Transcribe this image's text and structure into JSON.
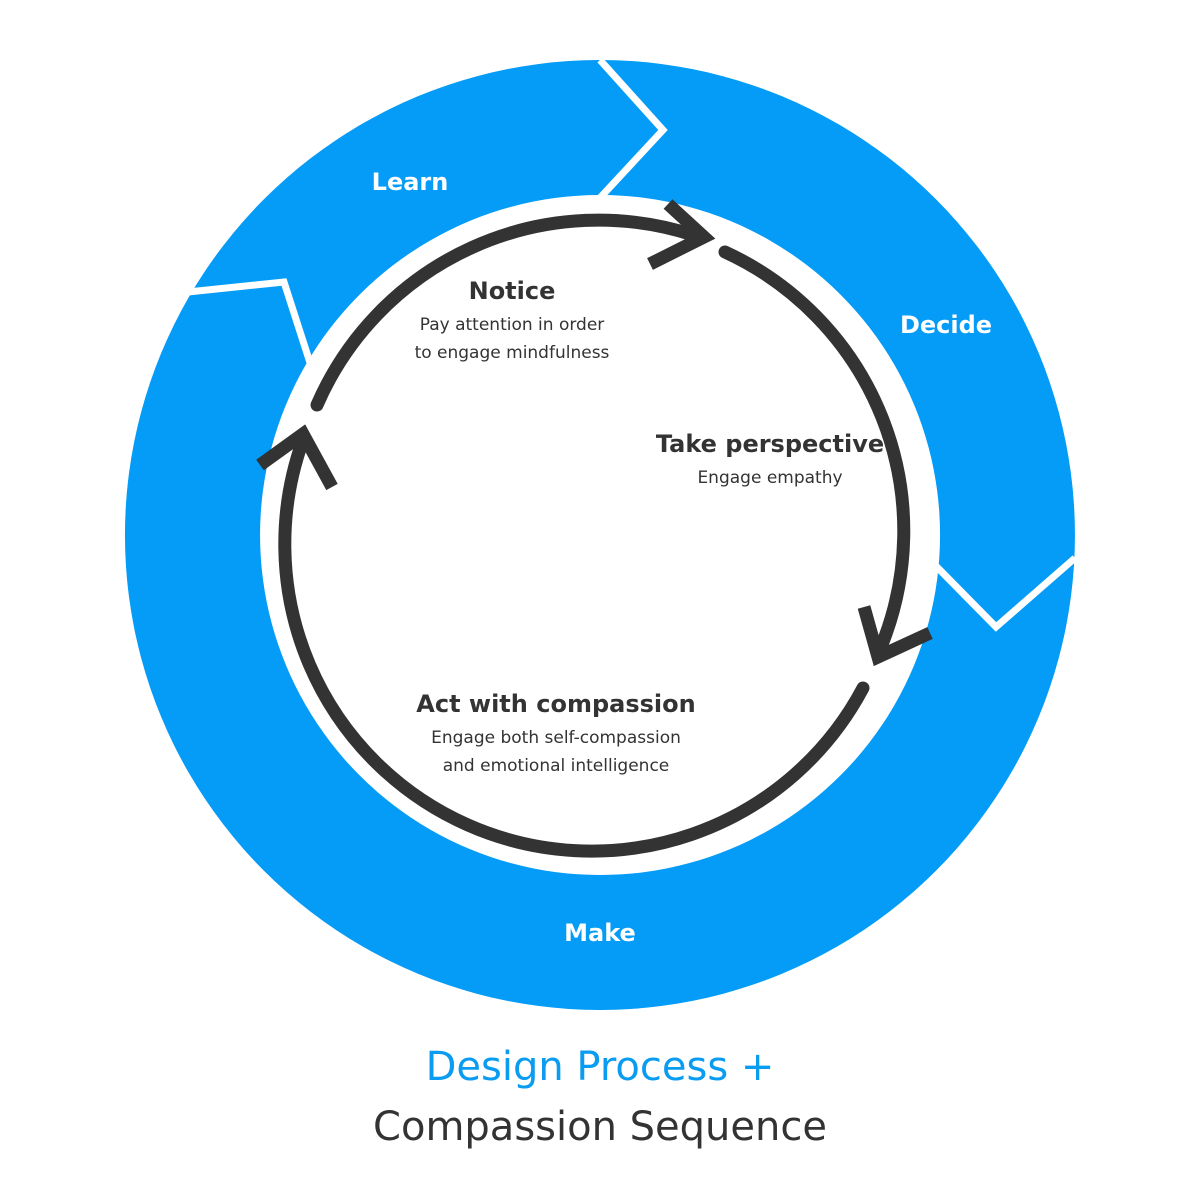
{
  "colors": {
    "ring": "#049cf7",
    "inner_cycle": "#333333",
    "caption_accent": "#0a9cf0",
    "caption_dark": "#333333",
    "background": "#ffffff"
  },
  "outer_cycle": {
    "learn": "Learn",
    "decide": "Decide",
    "make": "Make"
  },
  "compassion_sequence": {
    "notice": {
      "title": "Notice",
      "line1": "Pay attention in order",
      "line2": "to engage mindfulness"
    },
    "perspective": {
      "title": "Take perspective",
      "line1": "Engage empathy"
    },
    "compassion": {
      "title": "Act with compassion",
      "line1": "Engage both self-compassion",
      "line2": "and emotional intelligence"
    }
  },
  "caption": {
    "line1": "Design Process +",
    "line2": "Compassion Sequence"
  }
}
